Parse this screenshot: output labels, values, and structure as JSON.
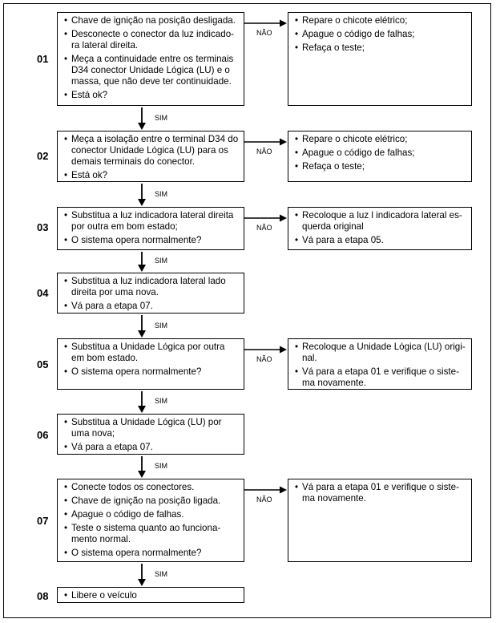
{
  "labels": {
    "no": "NÃO",
    "yes": "SIM"
  },
  "steps": [
    {
      "number": "01",
      "actions": [
        "Chave de ignição na posição desligada.",
        "Desconecte o conector da luz indicado-ra lateral direita.",
        "Meça a continuidade entre os terminais D34 conector Unidade Lógica (LU) e o massa, que não deve ter continuidade.",
        "Está ok?"
      ],
      "no_actions": [
        "Repare o chicote elétrico;",
        "Apague o código de falhas;",
        "Refaça o teste;"
      ]
    },
    {
      "number": "02",
      "actions": [
        "Meça a isolação entre o terminal D34 do conector Unidade Lógica (LU) para os demais terminais  do conector.",
        "Está ok?"
      ],
      "no_actions": [
        "Repare o chicote elétrico;",
        "Apague o código de falhas;",
        "Refaça o teste;"
      ]
    },
    {
      "number": "03",
      "actions": [
        "Substitua a luz indicadora lateral direita por outra em bom estado;",
        "O sistema opera normalmente?"
      ],
      "no_actions": [
        "Recoloque a luz l indicadora lateral es-querda original",
        "Vá para a etapa 05."
      ]
    },
    {
      "number": "04",
      "actions": [
        "Substitua a luz indicadora lateral lado direita por uma nova.",
        "Vá para a etapa 07."
      ],
      "no_actions": []
    },
    {
      "number": "05",
      "actions": [
        "Substitua a Unidade Lógica por outra em bom estado.",
        "O sistema opera normalmente?"
      ],
      "no_actions": [
        "Recoloque a Unidade Lógica (LU) origi-nal.",
        "Vá para a etapa 01 e verifique o siste-ma novamente."
      ]
    },
    {
      "number": "06",
      "actions": [
        "Substitua a Unidade Lógica (LU) por uma nova;",
        "Vá para a etapa 07."
      ],
      "no_actions": []
    },
    {
      "number": "07",
      "actions": [
        "Conecte todos os conectores.",
        "Chave de ignição na posição ligada.",
        "Apague o código de falhas.",
        "Teste o sistema quanto ao funciona-mento normal.",
        "O sistema opera normalmente?"
      ],
      "no_actions": [
        "Vá para a etapa 01 e verifique o siste-ma novamente."
      ]
    },
    {
      "number": "08",
      "actions": [
        "Libere o veículo"
      ],
      "no_actions": []
    }
  ]
}
